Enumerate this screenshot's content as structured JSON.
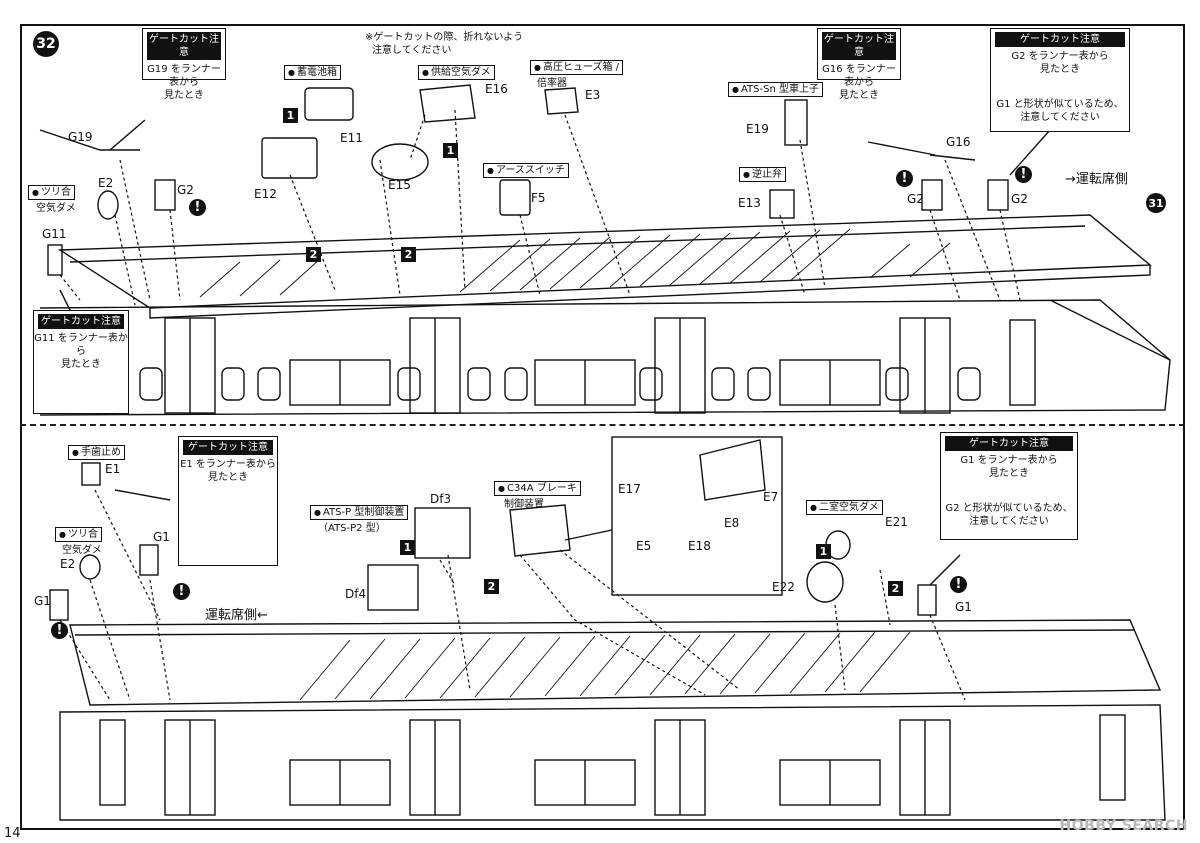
{
  "page": {
    "number": "14",
    "step": "32",
    "next_step": "31",
    "watermark": "HOBBY SEARCH"
  },
  "top": {
    "notes": {
      "g19": {
        "title": "ゲートカット注意",
        "body1": "G19 をランナー表から",
        "body2": "見たとき"
      },
      "g16": {
        "title": "ゲートカット注意",
        "body1": "G16 をランナー表から",
        "body2": "見たとき"
      },
      "g2": {
        "title": "ゲートカット注意",
        "body1": "G2 をランナー表から",
        "body2": "見たとき",
        "extra1": "G1 と形状が似ているため、",
        "extra2": "注意してください"
      },
      "g11": {
        "title": "ゲートカット注意",
        "body1": "G11 をランナー表から",
        "body2": "見たとき"
      }
    },
    "caution_text1": "※ゲートカットの際、折れないよう",
    "caution_text2": "注意してください",
    "tags": {
      "battery": "蓄電池箱",
      "supply_air": "供給空気ダメ",
      "fuse_box": "高圧ヒューズ箱 /",
      "fuse_box2": "倍率器",
      "ats_sn": "ATS-Sn 型車上子",
      "earth_switch": "アーススイッチ",
      "check_valve": "逆止弁",
      "suspension_air": "ツリ合",
      "suspension_air2": "空気ダメ"
    },
    "parts": {
      "g19": "G19",
      "e2": "E2",
      "g2a": "G2",
      "e11": "E11",
      "e12": "E12",
      "e15": "E15",
      "e16": "E16",
      "e3": "E3",
      "f5": "F5",
      "e19": "E19",
      "e13": "E13",
      "g16": "G16",
      "g2b": "G2",
      "g2c": "G2",
      "g11": "G11"
    },
    "direction": "→運転席側"
  },
  "bottom": {
    "notes": {
      "e1": {
        "title": "ゲートカット注意",
        "body1": "E1 をランナー表から",
        "body2": "見たとき"
      },
      "g1": {
        "title": "ゲートカット注意",
        "body1": "G1 をランナー表から",
        "body2": "見たとき",
        "extra1": "G2 と形状が似ているため、",
        "extra2": "注意してください"
      }
    },
    "tags": {
      "handbrake": "手歯止め",
      "suspension_air": "ツリ合",
      "suspension_air2": "空気ダメ",
      "ats_p": "ATS-P 型制御装置",
      "ats_p2": "（ATS-P2 型）",
      "c34a": "C34A ブレーキ",
      "c34a2": "制御装置",
      "two_chamber": "二室空気ダメ"
    },
    "parts": {
      "e1": "E1",
      "e2": "E2",
      "g1a": "G1",
      "g1b": "G1",
      "df3": "Df3",
      "df4": "Df4",
      "e17": "E17",
      "e5": "E5",
      "e18": "E18",
      "e8": "E8",
      "e7": "E7",
      "e21": "E21",
      "e22": "E22",
      "g1c": "G1"
    },
    "direction": "運転席側←"
  },
  "markers": {
    "one": "1",
    "two": "2",
    "warn": "!"
  }
}
